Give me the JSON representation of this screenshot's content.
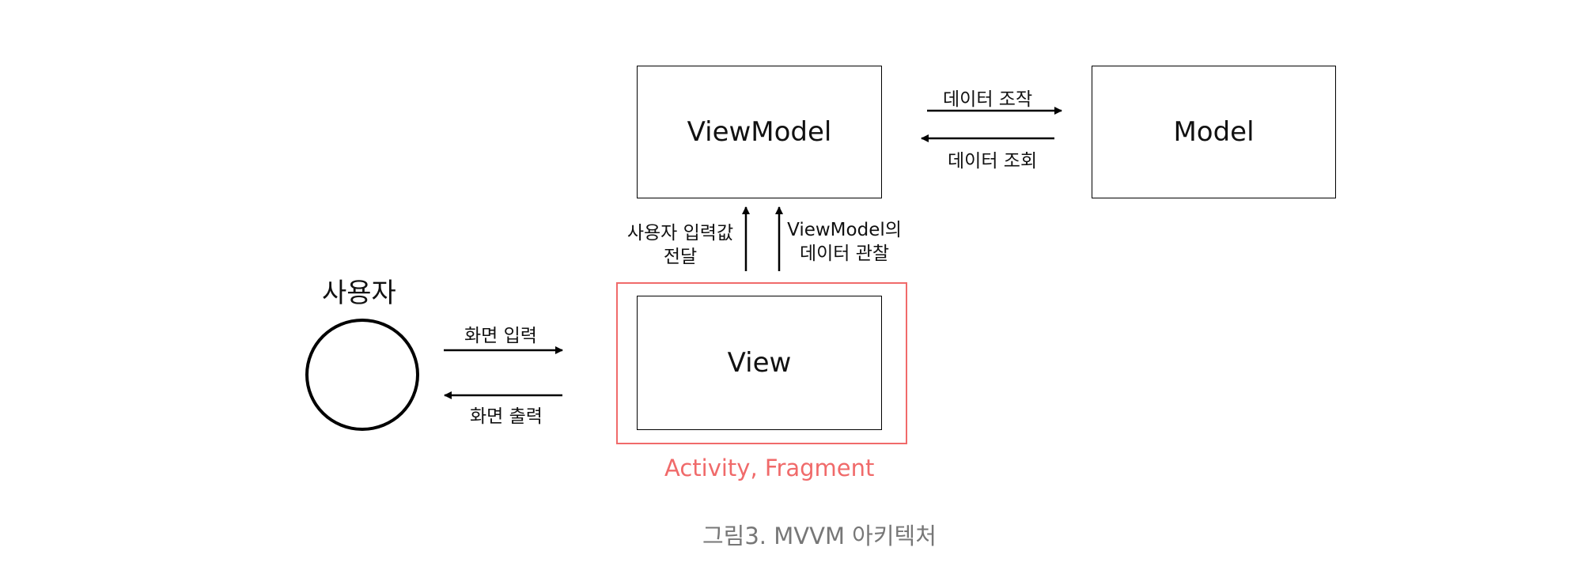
{
  "nodes": {
    "viewmodel": "ViewModel",
    "model": "Model",
    "view": "View",
    "user": "사용자"
  },
  "edges": {
    "data_manipulation": "데이터 조작",
    "data_query": "데이터 조회",
    "user_input_line1": "사용자 입력값",
    "user_input_line2": "전달",
    "observe_line1": "ViewModel의",
    "observe_line2": "데이터 관찰",
    "screen_input": "화면 입력",
    "screen_output": "화면 출력"
  },
  "highlight": {
    "label": "Activity, Fragment",
    "color": "#f06a6a"
  },
  "caption": "그림3. MVVM 아키텍처"
}
